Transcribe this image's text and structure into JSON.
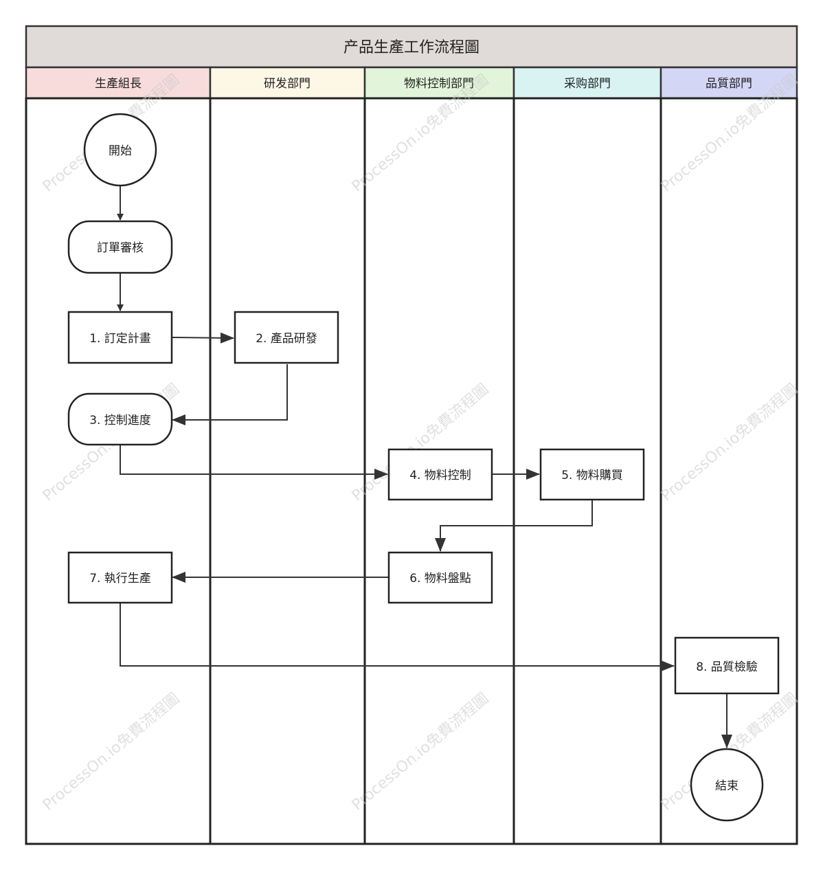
{
  "title": "产品生產工作流程圖",
  "lanes": [
    {
      "label": "生產組長",
      "color": "#f8dcdc"
    },
    {
      "label": "研发部門",
      "color": "#fdf8e6"
    },
    {
      "label": "物料控制部門",
      "color": "#e2f5da"
    },
    {
      "label": "采购部門",
      "color": "#d9f3f3"
    },
    {
      "label": "品質部門",
      "color": "#d3d7f5"
    }
  ],
  "nodes": {
    "start": "開始",
    "order_review": "訂單審核",
    "plan": "1. 訂定計畫",
    "rnd": "2. 產品研發",
    "progress": "3. 控制進度",
    "material_control": "4. 物料控制",
    "purchase": "5. 物料購買",
    "inventory": "6. 物料盤點",
    "production": "7. 執行生產",
    "inspection": "8. 品質檢驗",
    "end": "結束"
  },
  "watermark": "ProcessOn.io免費流程圖",
  "colors": {
    "title_bg": "#e0dbd9",
    "line": "#333333"
  }
}
